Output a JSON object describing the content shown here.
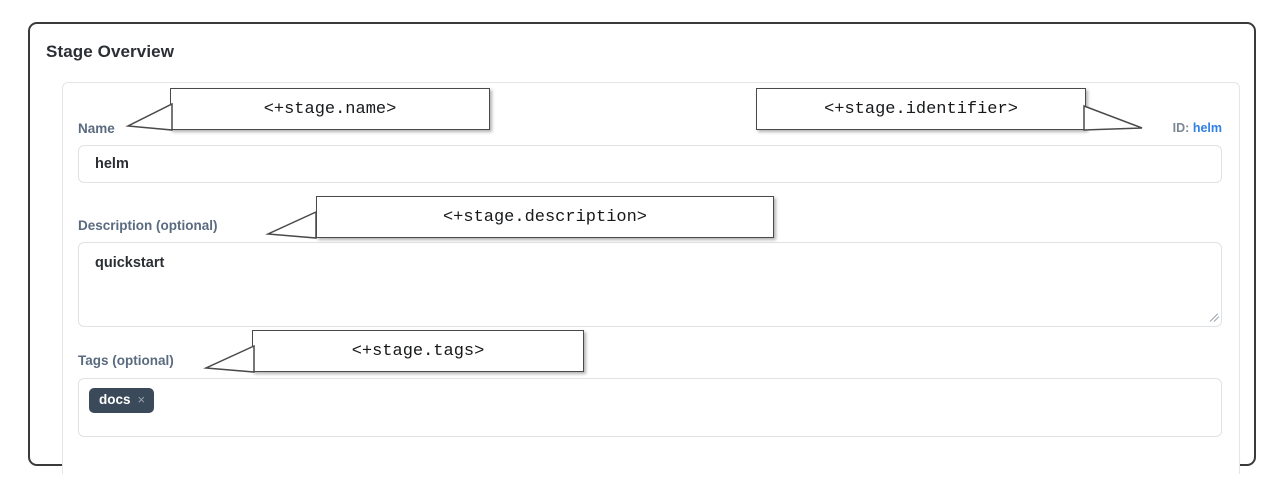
{
  "panel": {
    "title": "Stage Overview"
  },
  "identifier": {
    "key": "ID:",
    "value": "helm"
  },
  "fields": {
    "name": {
      "label": "Name",
      "value": "helm",
      "placeholder": ""
    },
    "description": {
      "label": "Description (optional)",
      "value": "quickstart",
      "placeholder": ""
    },
    "tags": {
      "label": "Tags (optional)",
      "placeholder": "",
      "chips": [
        {
          "text": "docs",
          "remove": "×"
        }
      ]
    }
  },
  "callouts": {
    "name": "<+stage.name>",
    "identifier": "<+stage.identifier>",
    "description": "<+stage.description>",
    "tags": "<+stage.tags>"
  },
  "colors": {
    "frame_border": "#3a3a3a",
    "label": "#5a6b80",
    "link": "#2f7fe8",
    "chip_bg": "#3b4a5a",
    "input_border": "#dfe3e6",
    "title": "#2b2f33"
  }
}
